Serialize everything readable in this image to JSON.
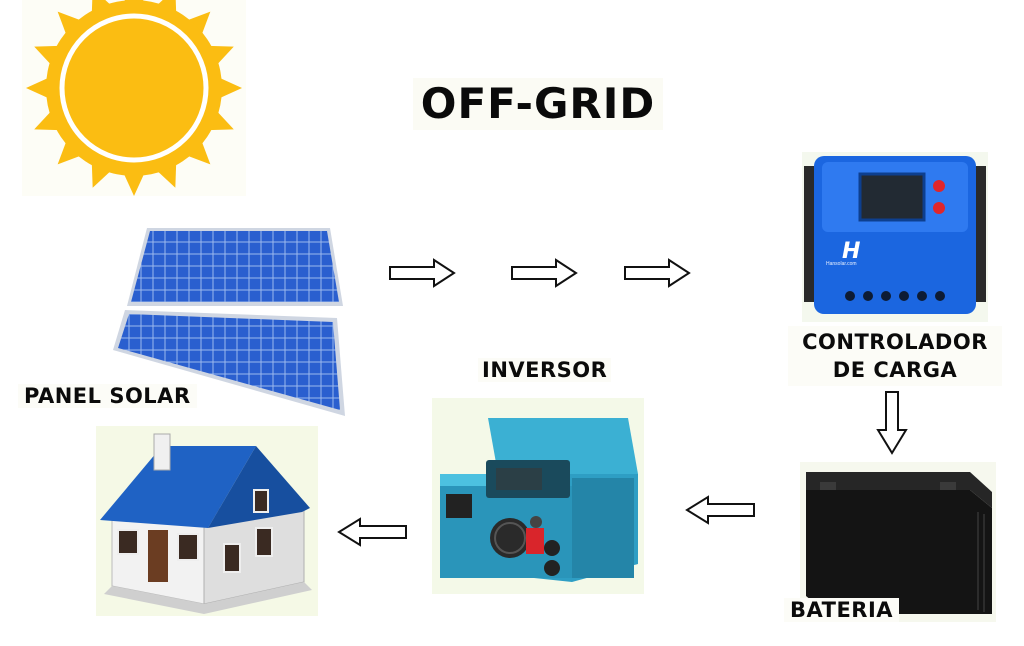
{
  "title": "OFF-GRID",
  "labels": {
    "panel": "PANEL SOLAR",
    "inversor": "INVERSOR",
    "controlador_line1": "CONTROLADOR",
    "controlador_line2": "DE CARGA",
    "bateria": "BATERIA"
  },
  "controller_brand": "Hansolar.com",
  "colors": {
    "sun": "#fbbd12",
    "panel_blue": "#1e4fb8",
    "controller_blue": "#1b66e0",
    "inverter_teal": "#2fa3c8",
    "roof_blue": "#1f62c4",
    "battery": "#141414"
  }
}
